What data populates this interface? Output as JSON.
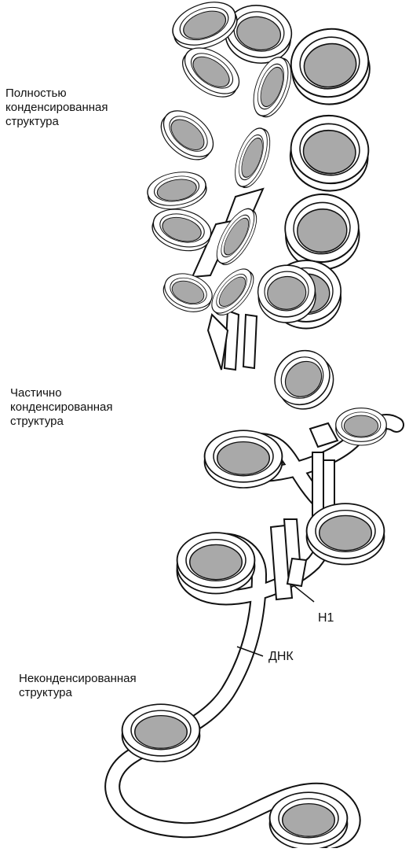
{
  "labels": {
    "full": [
      "Полностью",
      "конденсированная",
      "структура"
    ],
    "partial": [
      "Частично",
      "конденсированная",
      "структура"
    ],
    "uncondensed": [
      "Неконденсированная",
      "структура"
    ],
    "h1": "H1",
    "dna": "ДНК"
  },
  "colors": {
    "histone_fill": "#a9a9a9",
    "outline": "#111111",
    "dna_fill": "#ffffff"
  }
}
